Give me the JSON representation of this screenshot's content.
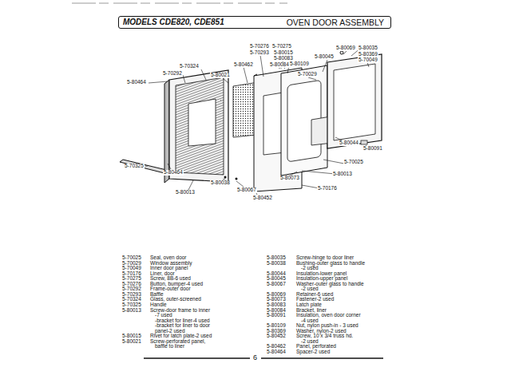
{
  "diagram": {
    "nodes": [
      {
        "text": [
          "MODELS CDE820, CDE851",
          "OVEN DOOR ASSEMBLY"
        ]
      }
    ],
    "labels": [
      "5-70276",
      "5-70275",
      "5-70293",
      "5-80015",
      "5-80083",
      "5-80069",
      "5-80035",
      "5-80369",
      "5-70049",
      "5-80045",
      "5-70324",
      "5-80462",
      "5-80084",
      "5-80109",
      "5-70292",
      "5-80021",
      "5-70029",
      "5-80464",
      "5-80044",
      "5-80091",
      "5-70025",
      "5-70325",
      "5-80464",
      "5-80013",
      "5-80038",
      "5-80073",
      "5-80067",
      "5-70176",
      "5-80013",
      "5-80452",
      "5-70025",
      "Seal, oven door",
      "5-70029",
      "Window assembly",
      "5-70049",
      "Inner door panel",
      "5-70176",
      "Liner, door",
      "5-70275",
      "Screw, 8B-6 used",
      "5-70276",
      "Button, bumper-4 used",
      "5-70292",
      "Frame-outer door",
      "5-70293",
      "Baffle",
      "5-70324",
      "Glass, outer-screened",
      "5-70325",
      "Handle",
      "5-80013",
      "Screw-door frame to inner",
      "-7 used",
      "-bracket for liner-4 used",
      "-bracket for liner to door",
      "panel-2 used",
      "5-80015",
      "Rivet for latch plate-2 used",
      "5-80021",
      "Screw-perforated panel,",
      "baffle to liner",
      "5-80035",
      "Screw-hinge to door liner",
      "5-80038",
      "Bushing-outer glass to handle",
      "-2 used",
      "5-80044",
      "Insulation-lower panel",
      "5-80045",
      "Insulation-upper panel",
      "5-80067",
      "Washer-outer glass to handle",
      "-2 used",
      "5-80069",
      "Retainer-6 used",
      "5-80073",
      "Fastener-2 used",
      "5-80083",
      "Latch plate",
      "5-80084",
      "Bracket, liner",
      "5-80091",
      "Insulation, oven door corner",
      "-4 used",
      "5-80109",
      "Nut, nylon push-in - 3 used",
      "5-80369",
      "Washer, nylon-2 used",
      "5-80452",
      "Screw, 10 x 3/4 truss hd.",
      "-2 used",
      "5-80462",
      "Panel, perforated",
      "5-80464",
      "Spacer-2 used",
      "6"
    ]
  }
}
